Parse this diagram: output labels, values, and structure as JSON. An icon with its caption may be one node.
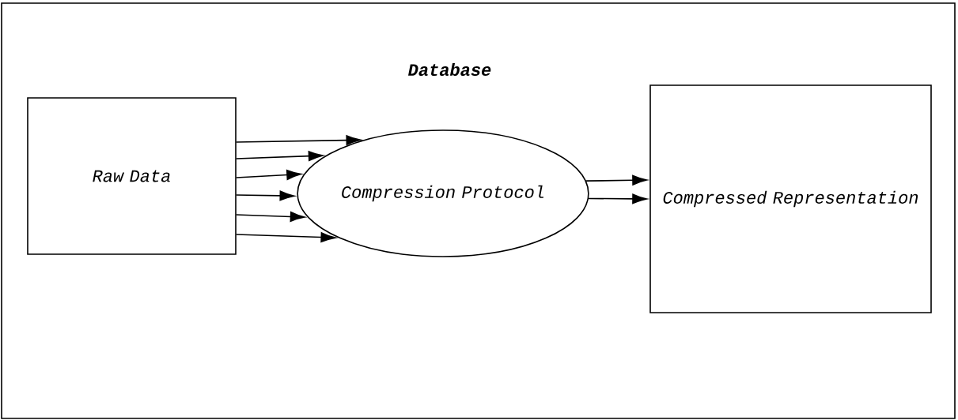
{
  "diagram": {
    "nodes": [
      {
        "text": [
          "Database"
        ]
      },
      {
        "text": [
          "Raw Data"
        ],
        "in": 0
      },
      {
        "text": [
          "Compression Protocol"
        ],
        "in": 0
      },
      {
        "text": [
          "Compressed Representation"
        ],
        "in": 0
      }
    ],
    "edges": [
      {
        "from": 1,
        "to": 2,
        "arrow": "to"
      },
      {
        "from": 1,
        "to": 2,
        "arrow": "to"
      },
      {
        "from": 1,
        "to": 2,
        "arrow": "to"
      },
      {
        "from": 1,
        "to": 2,
        "arrow": "to"
      },
      {
        "from": 1,
        "to": 2,
        "arrow": "to"
      },
      {
        "from": 1,
        "to": 2,
        "arrow": "to"
      },
      {
        "from": 2,
        "to": 3,
        "arrow": "to"
      },
      {
        "from": 2,
        "to": 3,
        "arrow": "to"
      }
    ]
  }
}
